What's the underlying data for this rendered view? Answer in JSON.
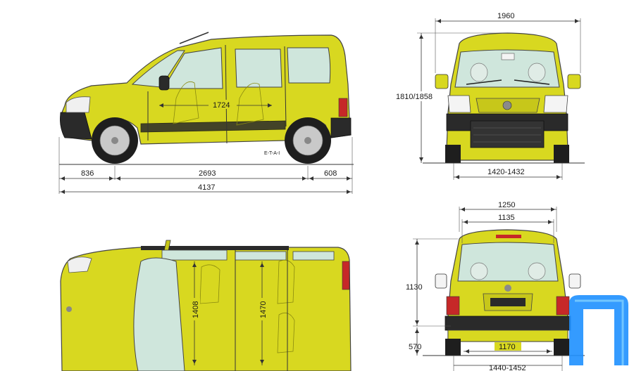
{
  "side_view": {
    "front_overhang": "836",
    "wheelbase": "2693",
    "rear_overhang": "608",
    "overall_length": "4137",
    "interior_length": "1724",
    "badge": "E-T-A-I"
  },
  "front_view": {
    "overall_width": "1960",
    "height": "1810/1858",
    "front_track": "1420-1432"
  },
  "rear_view": {
    "upper_width": "1250",
    "opening_width_top": "1135",
    "opening_height": "1130",
    "sill_height": "570",
    "opening_width_bottom": "1170",
    "rear_track": "1440-1452"
  },
  "top_view": {
    "interior_width_front": "1408",
    "interior_width_rear": "1470"
  },
  "colors": {
    "body": "#d8d820",
    "glass": "#cfe6dc",
    "logo_blue": "#1e90ff"
  }
}
